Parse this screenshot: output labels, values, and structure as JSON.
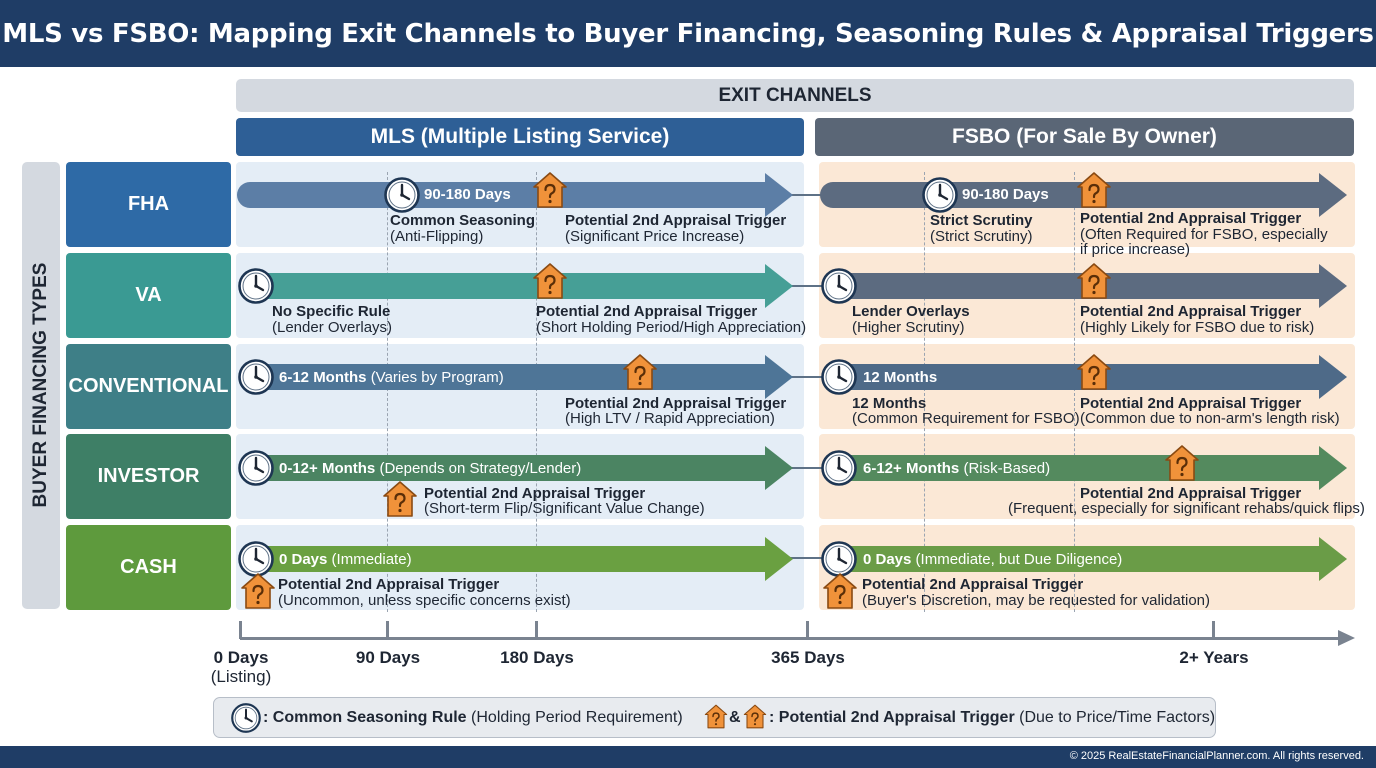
{
  "title": "MLS vs FSBO: Mapping Exit Channels to Buyer Financing, Seasoning Rules & Appraisal Triggers",
  "exit_channels_label": "EXIT CHANNELS",
  "channels": {
    "mls": "MLS (Multiple Listing Service)",
    "fsbo": "FSBO (For Sale By Owner)"
  },
  "side_label": "BUYER FINANCING TYPES",
  "colors": {
    "header": "#1f3d66",
    "mls_channel": "#2e5f96",
    "fsbo_channel": "#5a6676",
    "mls_panel": "#e4edf6",
    "fsbo_panel": "#fbe8d6",
    "house_icon": "#f0923a",
    "fha": "#2e6aa6",
    "va": "#3a9a93",
    "conventional": "#3e7f87",
    "investor": "#3e7f66",
    "cash": "#5e9a3d"
  },
  "rows": {
    "fha": {
      "label": "FHA",
      "mls": {
        "period": "90-180 Days",
        "note_title": "Common Seasoning",
        "note_sub": "(Anti-Flipping)",
        "trigger_title": "Potential 2nd Appraisal Trigger",
        "trigger_sub": "(Significant Price Increase)"
      },
      "fsbo": {
        "period": "90-180 Days",
        "note_title": "Strict Scrutiny",
        "note_sub": "(Strict Scrutiny)",
        "trigger_title": "Potential 2nd Appraisal Trigger",
        "trigger_sub_1": "(Often Required for FSBO, especially",
        "trigger_sub_2": "if price increase)"
      }
    },
    "va": {
      "label": "VA",
      "mls": {
        "note_title": "No Specific Rule",
        "note_sub": "(Lender Overlays)",
        "trigger_title": "Potential 2nd Appraisal Trigger",
        "trigger_sub": "(Short Holding Period/High Appreciation)"
      },
      "fsbo": {
        "note_title": "Lender Overlays",
        "note_sub": "(Higher Scrutiny)",
        "trigger_title": "Potential 2nd Appraisal Trigger",
        "trigger_sub": "(Highly Likely for FSBO due to risk)"
      }
    },
    "conventional": {
      "label": "CONVENTIONAL",
      "mls": {
        "period": "6-12 Months",
        "period_sub": "(Varies by Program)",
        "trigger_title": "Potential 2nd Appraisal Trigger",
        "trigger_sub": "(High LTV / Rapid Appreciation)"
      },
      "fsbo": {
        "period": "12 Months",
        "note_title": "12 Months",
        "note_sub": "(Common Requirement for FSBO)",
        "trigger_title": "Potential 2nd Appraisal Trigger",
        "trigger_sub": "(Common due to non-arm's length risk)"
      }
    },
    "investor": {
      "label": "INVESTOR",
      "mls": {
        "period": "0-12+ Months",
        "period_sub": "(Depends on Strategy/Lender)",
        "trigger_title": "Potential 2nd Appraisal Trigger",
        "trigger_sub": "(Short-term Flip/Significant Value Change)"
      },
      "fsbo": {
        "period": "6-12+ Months",
        "period_sub": "(Risk-Based)",
        "trigger_title": "Potential 2nd Appraisal Trigger",
        "trigger_sub": "(Frequent, especially for significant rehabs/quick flips)"
      }
    },
    "cash": {
      "label": "CASH",
      "mls": {
        "period": "0 Days",
        "period_sub": "(Immediate)",
        "trigger_title": "Potential 2nd Appraisal Trigger",
        "trigger_sub": "(Uncommon, unless specific concerns exist)"
      },
      "fsbo": {
        "period": "0 Days",
        "period_sub": "(Immediate, but Due Diligence)",
        "trigger_title": "Potential 2nd Appraisal Trigger",
        "trigger_sub": "(Buyer's Discretion, may be requested for validation)"
      }
    }
  },
  "timeline": {
    "ticks": [
      {
        "label": "0 Days",
        "sub": "(Listing)"
      },
      {
        "label": "90 Days"
      },
      {
        "label": "180 Days"
      },
      {
        "label": "365 Days"
      },
      {
        "label": "2+ Years"
      }
    ]
  },
  "legend": {
    "clock_title": ": Common Seasoning Rule",
    "clock_sub": "(Holding Period Requirement)",
    "amp": "&",
    "house_title": ": Potential 2nd Appraisal Trigger",
    "house_sub": "(Due to Price/Time Factors)"
  },
  "icons": {
    "clock": "clock-icon",
    "house": "house-question-icon"
  },
  "footer": "© 2025 RealEstateFinancialPlanner.com. All rights reserved."
}
